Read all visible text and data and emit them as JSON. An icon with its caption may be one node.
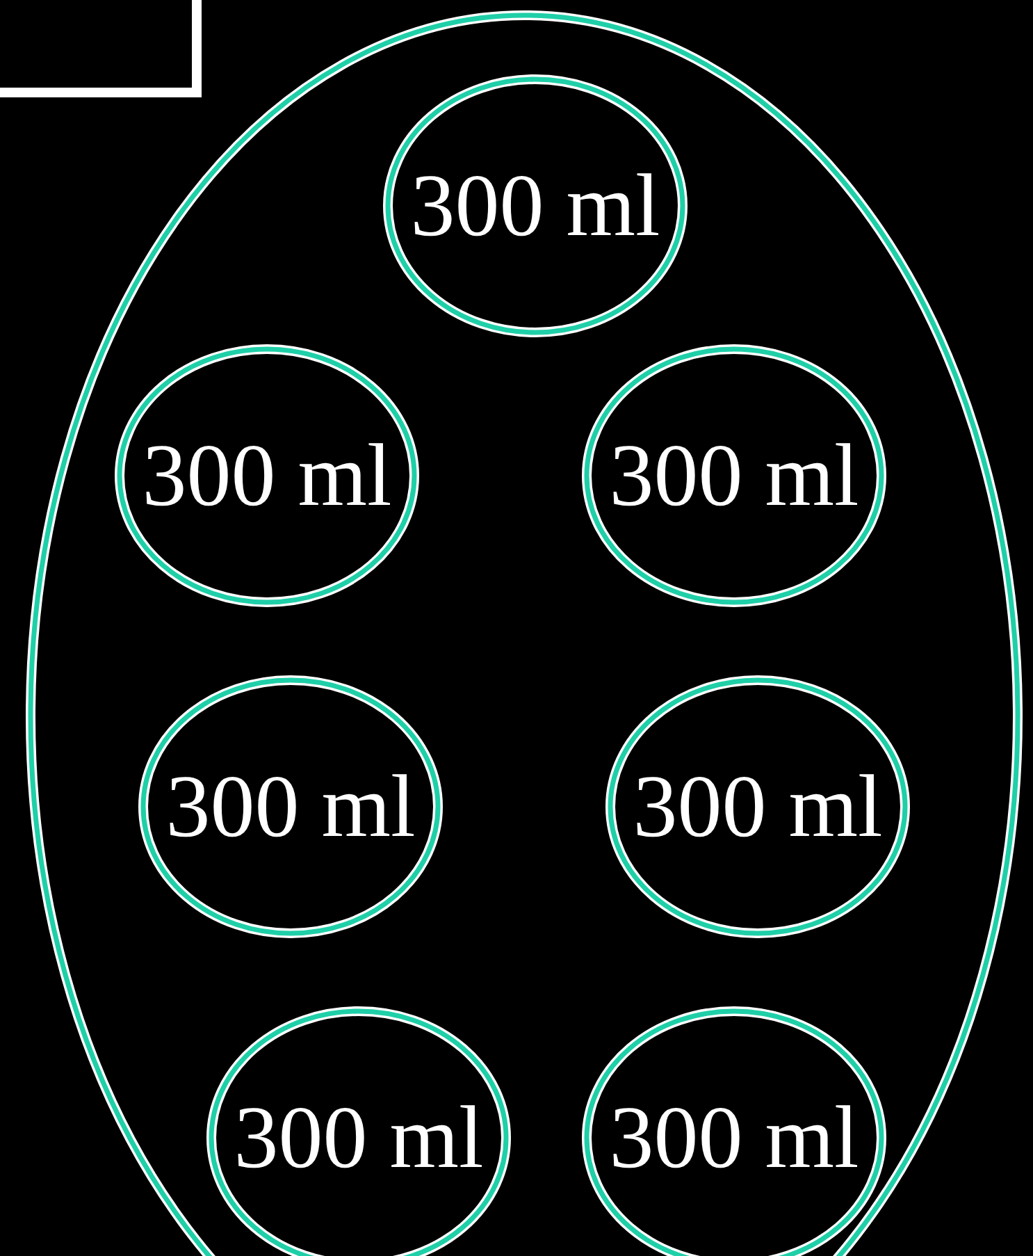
{
  "diagram": {
    "nodes": [
      {
        "text": [],
        "shape": "box"
      },
      {
        "text": [],
        "shape": "ellipse"
      },
      {
        "text": [
          "300 ml"
        ],
        "in": 1
      },
      {
        "text": [
          "300 ml"
        ],
        "in": 1
      },
      {
        "text": [
          "300 ml"
        ],
        "in": 1
      },
      {
        "text": [
          "300 ml"
        ],
        "in": 1
      },
      {
        "text": [
          "300 ml"
        ],
        "in": 1
      },
      {
        "text": [
          "300 ml"
        ],
        "in": 1
      },
      {
        "text": [
          "300 ml"
        ],
        "in": 1
      }
    ]
  }
}
